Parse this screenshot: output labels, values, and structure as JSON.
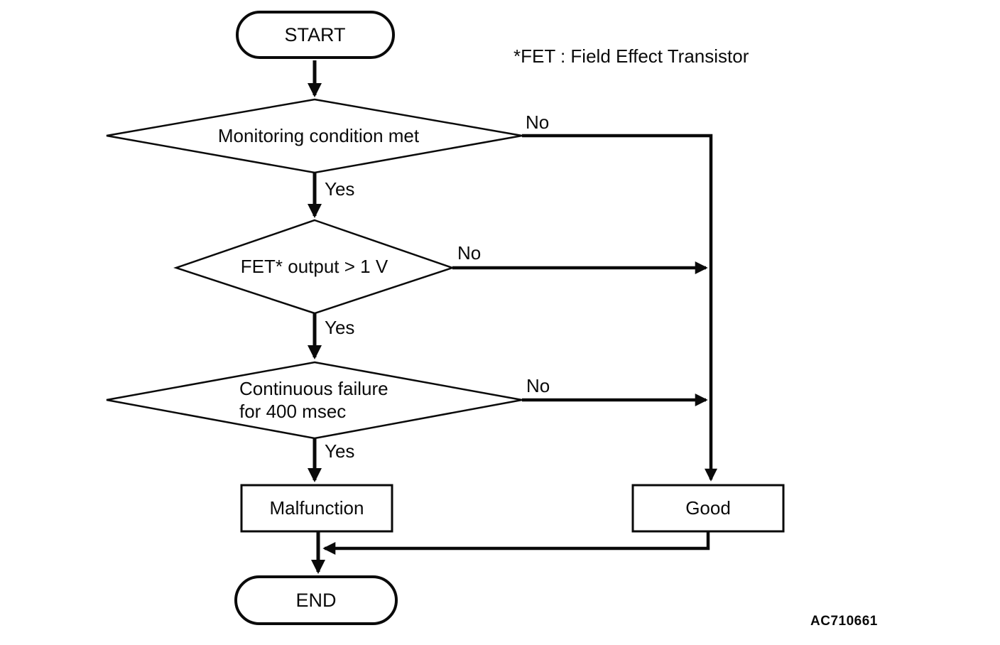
{
  "figure": {
    "note": "*FET : Field Effect Transistor",
    "code": "AC710661"
  },
  "nodes": {
    "start": "START",
    "decision1": "Monitoring condition met",
    "decision2": "FET* output > 1 V",
    "decision3_line1": "Continuous failure",
    "decision3_line2": "for 400 msec",
    "malfunction": "Malfunction",
    "good": "Good",
    "end": "END"
  },
  "labels": {
    "no1": "No",
    "yes1": "Yes",
    "no2": "No",
    "yes2": "Yes",
    "no3": "No",
    "yes3": "Yes"
  },
  "colors": {
    "line": "#0a0a0a",
    "background": "#ffffff"
  }
}
